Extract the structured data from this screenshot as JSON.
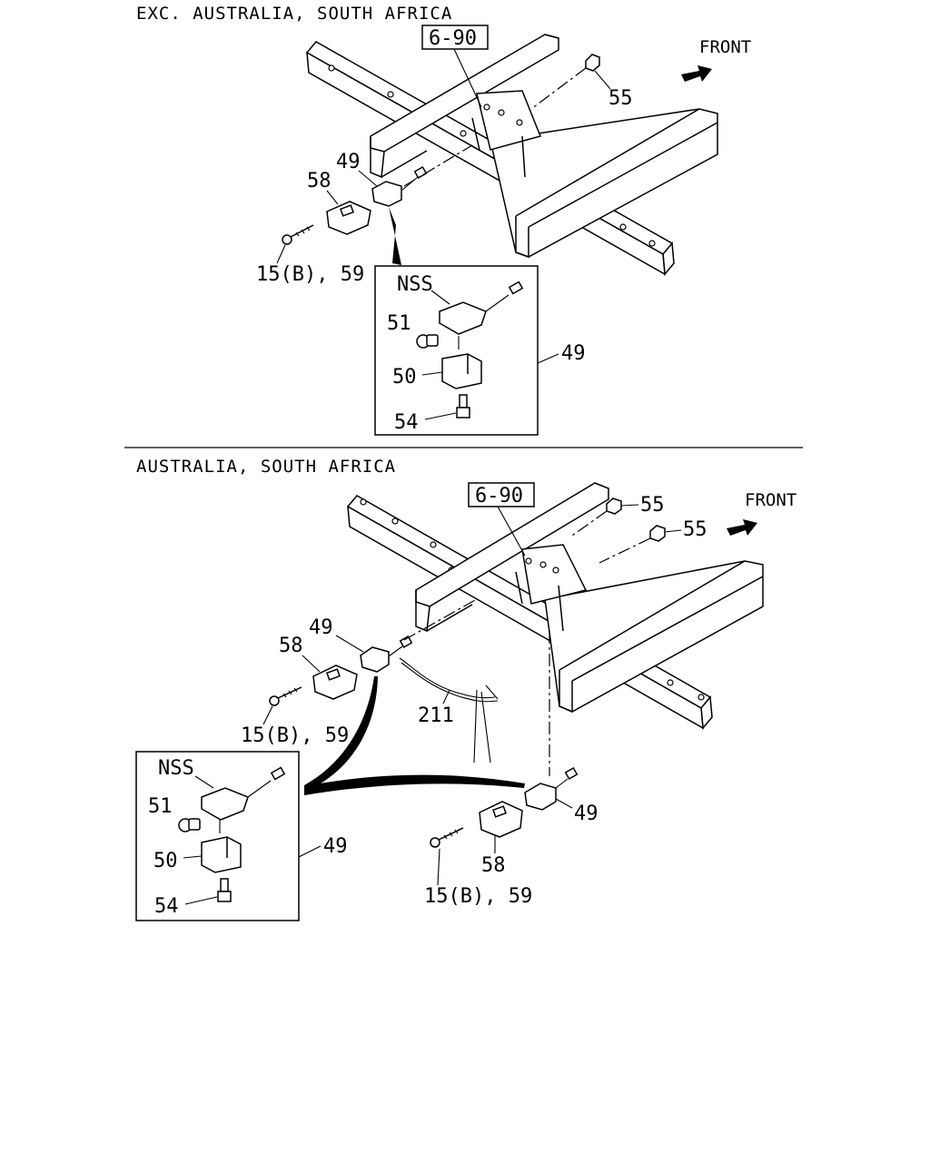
{
  "sections": [
    {
      "heading": "EXC. AUSTRALIA, SOUTH AFRICA",
      "ref_box": "6-90",
      "front_label": "FRONT",
      "callouts": {
        "nut": "55",
        "sensor": "49",
        "cover": "58",
        "bolt": "15(B), 59"
      },
      "detail": {
        "nss": "NSS",
        "bulb": "51",
        "bracket": "50",
        "screw": "54",
        "assembly": "49"
      }
    },
    {
      "heading": "AUSTRALIA, SOUTH AFRICA",
      "ref_box": "6-90",
      "front_label": "FRONT",
      "callouts": {
        "nut_a": "55",
        "nut_b": "55",
        "sensor_left": "49",
        "cover_left": "58",
        "bolt_left": "15(B), 59",
        "harness": "211",
        "sensor_right": "49",
        "cover_right": "58",
        "bolt_right": "15(B), 59"
      },
      "detail": {
        "nss": "NSS",
        "bulb": "51",
        "bracket": "50",
        "screw": "54",
        "assembly": "49"
      }
    }
  ]
}
